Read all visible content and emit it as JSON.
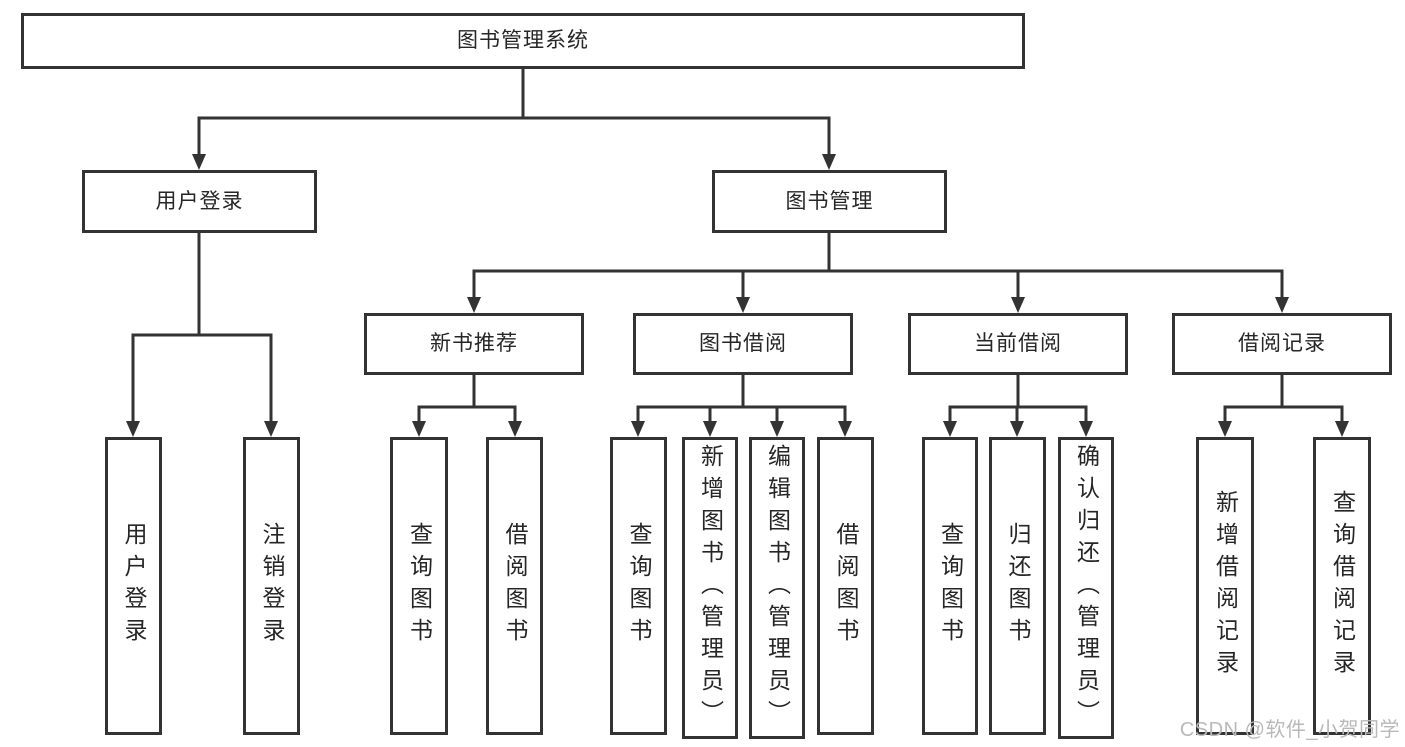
{
  "diagram": {
    "root": {
      "label": "图书管理系统"
    },
    "branches": [
      {
        "label": "用户登录",
        "children": [
          "用户登录",
          "注销登录"
        ]
      },
      {
        "label": "图书管理",
        "sections": [
          {
            "label": "新书推荐",
            "children": [
              "查询图书",
              "借阅图书"
            ]
          },
          {
            "label": "图书借阅",
            "children": [
              "查询图书",
              "新增图书（管理员）",
              "编辑图书（管理员）",
              "借阅图书"
            ]
          },
          {
            "label": "当前借阅",
            "children": [
              "查询图书",
              "归还图书",
              "确认归还（管理员）"
            ]
          },
          {
            "label": "借阅记录",
            "children": [
              "新增借阅记录",
              "查询借阅记录"
            ]
          }
        ]
      }
    ]
  },
  "watermark": {
    "text": "CSDN @软件_小贺同学"
  },
  "colors": {
    "line": "#333333",
    "box_fill": "#ffffff",
    "text": "#262626",
    "watermark": "#b9b9b9",
    "bg": "#ffffff"
  }
}
